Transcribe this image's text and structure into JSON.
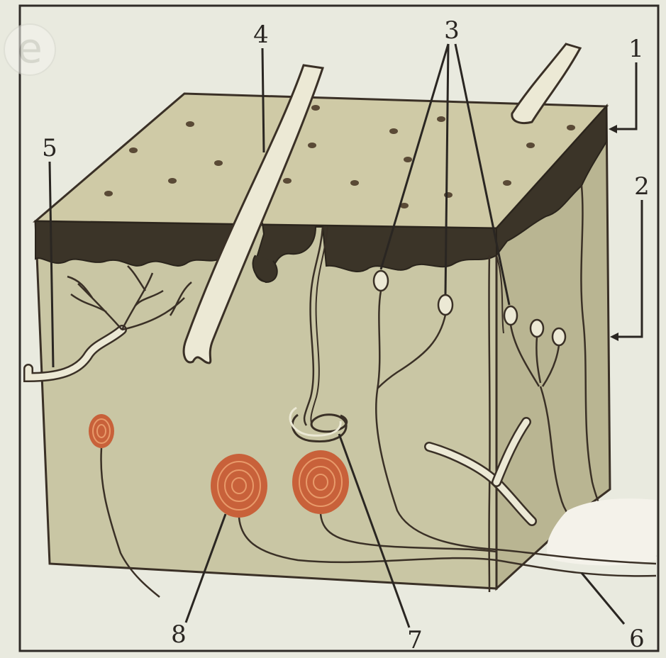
{
  "labels": {
    "l1": "1",
    "l2": "2",
    "l3": "3",
    "l4": "4",
    "l5": "5",
    "l6": "6",
    "l7": "7",
    "l8": "8"
  },
  "colors": {
    "paper": "#e9eadf",
    "tissue": "#c9c6a4",
    "tissue_top": "#cfcaa6",
    "tissue_side": "#b9b592",
    "epidermis": "#3b3428",
    "line": "#3a3026",
    "hair": "#ece9d5",
    "receptor": "#c8613a",
    "receptor_ring": "#e89a6a"
  },
  "watermark": {
    "glyph": "e"
  }
}
